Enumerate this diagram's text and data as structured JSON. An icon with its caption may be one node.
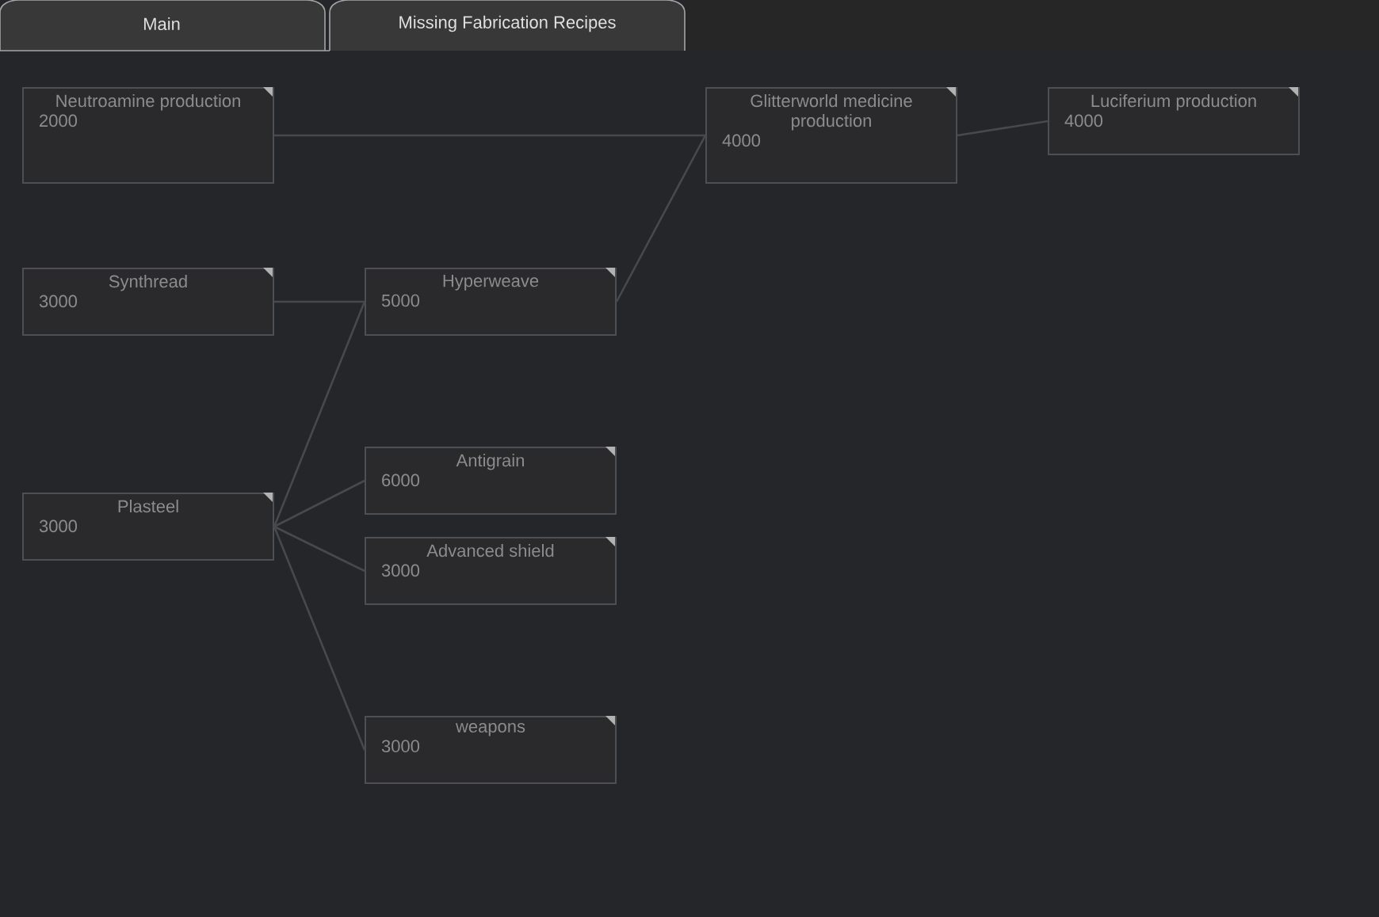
{
  "diagram": {
    "nodes": [
      {
        "text": [
          "Neutroamine production",
          "2000"
        ]
      },
      {
        "text": [
          "Glitterworld medicine production",
          "4000"
        ]
      },
      {
        "text": [
          "Luciferium production",
          "4000"
        ]
      },
      {
        "text": [
          "Synthread",
          "3000"
        ]
      },
      {
        "text": [
          "Hyperweave",
          "5000"
        ]
      },
      {
        "text": [
          "Plasteel",
          "3000"
        ]
      },
      {
        "text": [
          "Antigrain",
          "6000"
        ]
      },
      {
        "text": [
          "Advanced shield",
          "3000"
        ]
      },
      {
        "text": [
          "weapons",
          "3000"
        ]
      }
    ],
    "edges": [
      {
        "from": 0,
        "to": 1,
        "arrow": "none"
      },
      {
        "from": 1,
        "to": 2,
        "arrow": "none"
      },
      {
        "from": 3,
        "to": 4,
        "arrow": "none"
      },
      {
        "from": 4,
        "to": 1,
        "arrow": "none"
      },
      {
        "from": 5,
        "to": 4,
        "arrow": "none"
      },
      {
        "from": 5,
        "to": 6,
        "arrow": "none"
      },
      {
        "from": 5,
        "to": 7,
        "arrow": "none"
      },
      {
        "from": 5,
        "to": 8,
        "arrow": "none"
      }
    ],
    "labels": [
      "Main",
      "Missing Fabrication Recipes"
    ]
  }
}
